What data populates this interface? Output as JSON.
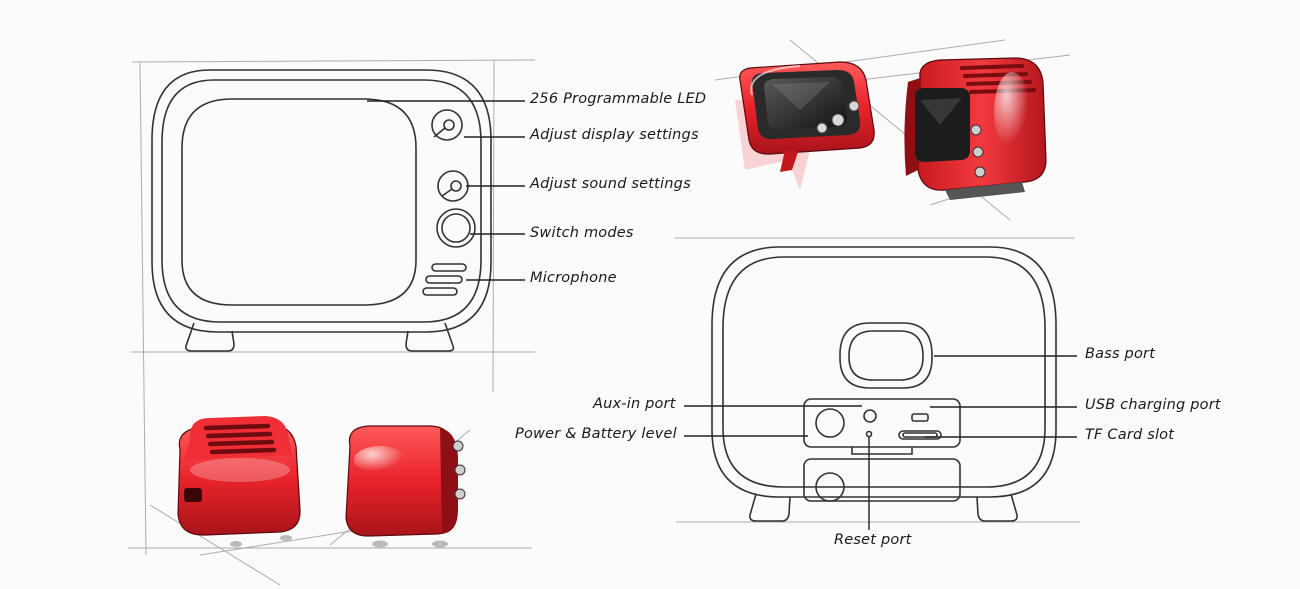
{
  "front_view": {
    "callouts": [
      {
        "id": "led",
        "label": "256 Programmable LED"
      },
      {
        "id": "display",
        "label": "Adjust display settings"
      },
      {
        "id": "sound",
        "label": "Adjust sound settings"
      },
      {
        "id": "modes",
        "label": "Switch modes"
      },
      {
        "id": "mic",
        "label": "Microphone"
      }
    ]
  },
  "back_view": {
    "callouts": [
      {
        "id": "bass",
        "label": "Bass port"
      },
      {
        "id": "usb",
        "label": "USB charging port"
      },
      {
        "id": "tf",
        "label": "TF Card slot"
      },
      {
        "id": "aux",
        "label": "Aux-in port"
      },
      {
        "id": "power",
        "label": "Power & Battery level"
      },
      {
        "id": "reset",
        "label": "Reset port"
      }
    ]
  },
  "colors": {
    "line": "#333333",
    "sketch": "#9a9a9a",
    "accent_red": "#e8232a",
    "background": "#fbfbfb"
  }
}
